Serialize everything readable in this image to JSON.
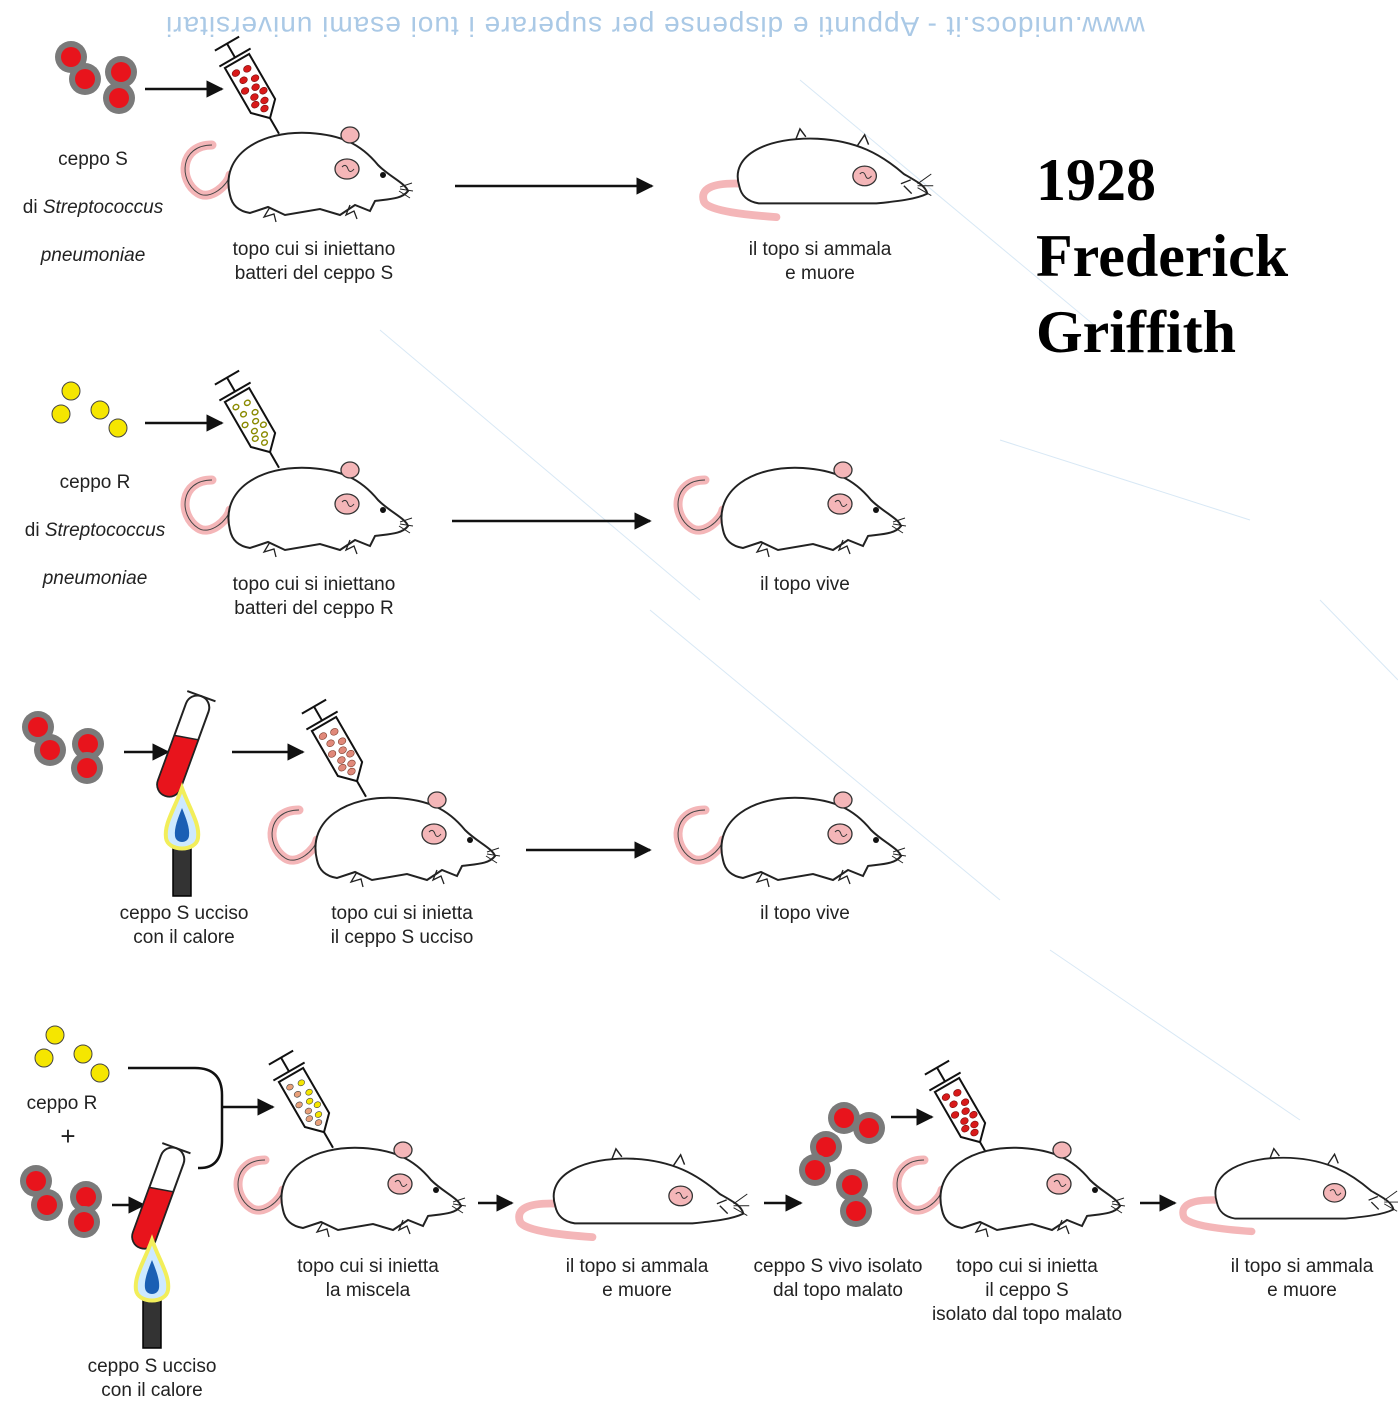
{
  "watermark": "www.unidocs.it  -  Appunti e dispense per superare i tuoi esami universitari",
  "title": {
    "year": "1928",
    "line1": "Frederick",
    "line2": "Griffith"
  },
  "colors": {
    "s_strain": "#e8141c",
    "s_halo": "#7a7a7a",
    "r_strain": "#f5e600",
    "tail": "#f4b6b8",
    "flame_outer": "#f2ee5a",
    "flame_inner": "#1a5fb4"
  },
  "icons": [
    "s-bacteria-icon",
    "r-bacteria-icon",
    "syringe-icon",
    "mouse-icon",
    "dead-mouse-icon",
    "test-tube-icon",
    "burner-flame-icon",
    "arrow-icon"
  ],
  "row1": {
    "strain_label_1": "ceppo S",
    "strain_label_2": "di ",
    "strain_label_italic_a": "Streptococcus",
    "strain_label_italic_b": "pneumoniae",
    "mouse_label": "topo cui si iniettano\nbatteri del ceppo S",
    "result_label": "il topo si ammala\ne muore"
  },
  "row2": {
    "strain_label_1": "ceppo R",
    "strain_label_2": "di ",
    "strain_label_italic_a": "Streptococcus",
    "strain_label_italic_b": "pneumoniae",
    "mouse_label": "topo cui si iniettano\nbatteri del ceppo R",
    "result_label": "il topo vive"
  },
  "row3": {
    "heat_label": "ceppo S ucciso\ncon il calore",
    "mouse_label": "topo cui si inietta\nil ceppo S ucciso",
    "result_label": "il topo vive"
  },
  "row4": {
    "r_label": "ceppo R",
    "plus": "+",
    "heat_label": "ceppo S ucciso\ncon il calore",
    "mouse_label": "topo cui si inietta\nla miscela",
    "result_label": "il topo si ammala\ne muore",
    "isolate_label": "ceppo S vivo isolato\ndal topo malato",
    "mouse2_label": "topo cui si inietta\nil ceppo S\nisolato dal topo malato",
    "result2_label": "il topo si ammala\ne muore"
  }
}
